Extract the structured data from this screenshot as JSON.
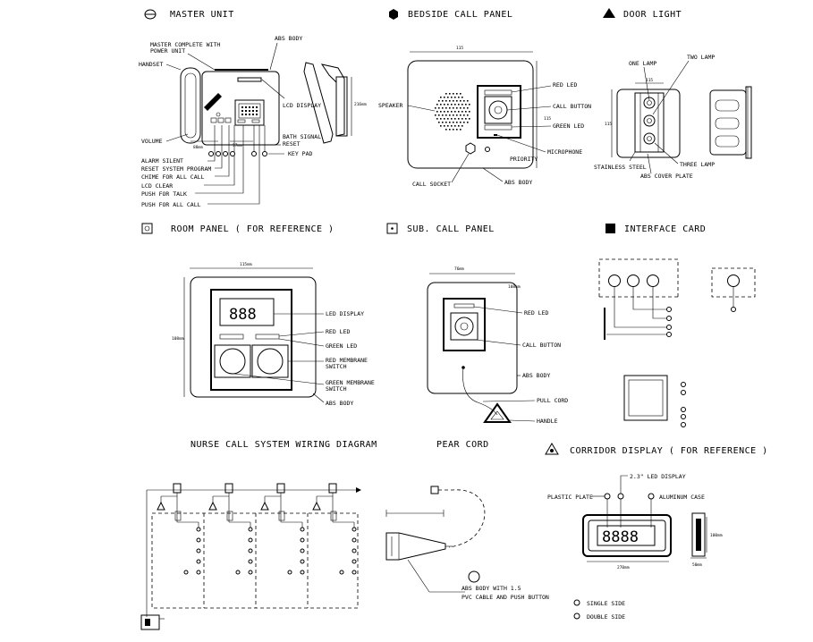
{
  "master_unit": {
    "title": "MASTER UNIT",
    "labels": {
      "complete": [
        "MASTER COMPLETE WITH",
        "POWER UNIT"
      ],
      "abs_body": "ABS BODY",
      "handset": "HANDSET",
      "lcd_display": "LCD DISPLAY",
      "volume": "VOLUME",
      "bath_signal": "BATH SIGNAL",
      "reset": "RESET",
      "key_pad": "KEY PAD",
      "alarm_silent": "ALARM SILENT",
      "reset_system_program": "RESET SYSTEM PROGRAM",
      "chime_for_all_call": "CHIME FOR ALL CALL",
      "lcd_clear": "LCD CLEAR",
      "push_for_talk": "PUSH FOR TALK",
      "push_for_all_call": "PUSH FOR ALL CALL"
    },
    "dims": {
      "width": "88mm",
      "depth": "57mm",
      "height": "216mm"
    }
  },
  "bedside_call_panel": {
    "title": "BEDSIDE CALL PANEL",
    "labels": {
      "speaker": "SPEAKER",
      "red_led": "RED LED",
      "call_button": "CALL BUTTON",
      "green_led": "GREEN LED",
      "microphone": "MICROPHONE",
      "priority": "PRIORITY",
      "call_socket": "CALL SOCKET",
      "abs_body": "ABS BODY"
    },
    "dims": {
      "width": "115",
      "height": "115"
    }
  },
  "door_light": {
    "title": "DOOR LIGHT",
    "labels": {
      "one_lamp": "ONE LAMP",
      "two_lamp": "TWO LAMP",
      "stainless_steel": "STAINLESS STEEL",
      "three_lamp": "THREE LAMP",
      "abs_cover_plate": "ABS COVER PLATE"
    },
    "dims": {
      "width": "115",
      "height": "115"
    }
  },
  "room_panel": {
    "title": "ROOM PANEL ( FOR REFERENCE )",
    "digits": "888",
    "labels": {
      "led_display": "LED DISPLAY",
      "red_led": "RED LED",
      "green_led": "GREEN LED",
      "red_membrane": [
        "RED MEMBRANE",
        "SWITCH"
      ],
      "green_membrane": [
        "GREEN MEMBRANE",
        "SWITCH"
      ],
      "abs_body": "ABS BODY"
    },
    "dims": {
      "width": "115mm",
      "height": "108mm"
    }
  },
  "sub_call_panel": {
    "title": "SUB. CALL PANEL",
    "labels": {
      "red_led": "RED LED",
      "call_button": "CALL BUTTON",
      "abs_body": "ABS BODY",
      "pull_cord": "PULL CORD",
      "handle": "HANDLE"
    },
    "dims": {
      "width": "76mm",
      "height": "108mm"
    }
  },
  "interface_card": {
    "title": "INTERFACE CARD"
  },
  "wiring_diagram": {
    "title": "NURSE CALL SYSTEM WIRING DIAGRAM"
  },
  "pear_cord": {
    "title": "PEAR CORD",
    "labels": {
      "abs_body": [
        "ABS BODY WITH 1.5",
        "PVC CABLE AND PUSH BUTTON"
      ]
    }
  },
  "corridor_display": {
    "title": "CORRIDOR DISPLAY   ( FOR REFERENCE )",
    "digits": "8888",
    "labels": {
      "led_display": "2.3\" LED DISPLAY",
      "plastic_plate": "PLASTIC PLATE",
      "aluminum_case": "ALUMINUM CASE"
    },
    "dims": {
      "width": "270mm",
      "height": "100mm",
      "depth": "50mm"
    },
    "legend": [
      "SINGLE SIDE",
      "DOUBLE SIDE"
    ]
  }
}
